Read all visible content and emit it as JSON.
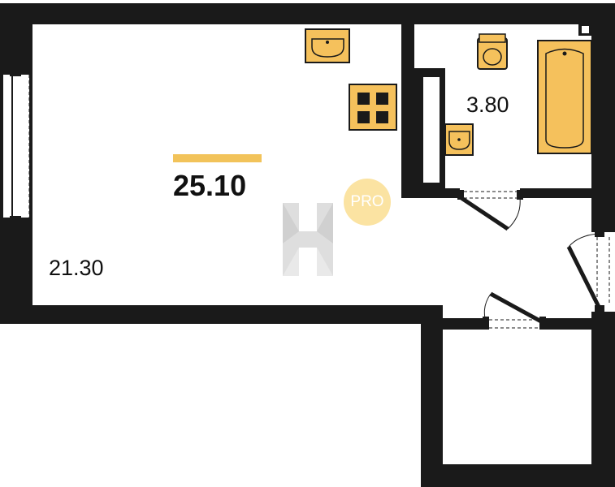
{
  "plan": {
    "total_area": "25.10",
    "rooms": [
      {
        "id": "main-room",
        "area": "21.30"
      },
      {
        "id": "bathroom",
        "area": "3.80"
      }
    ],
    "badge": "PRO"
  },
  "colors": {
    "wall": "#1a1a1a",
    "fixture_fill": "#f5c15c",
    "fixture_stroke": "#1a1a1a",
    "accent_bar": "#f2c35a",
    "badge_fill": "#fbe3a2",
    "logo": "#d9d9d9"
  },
  "icons": [
    "window-icon",
    "sink-icon",
    "stove-icon",
    "toilet-icon",
    "bathtub-icon",
    "door-icon",
    "logo-icon"
  ]
}
